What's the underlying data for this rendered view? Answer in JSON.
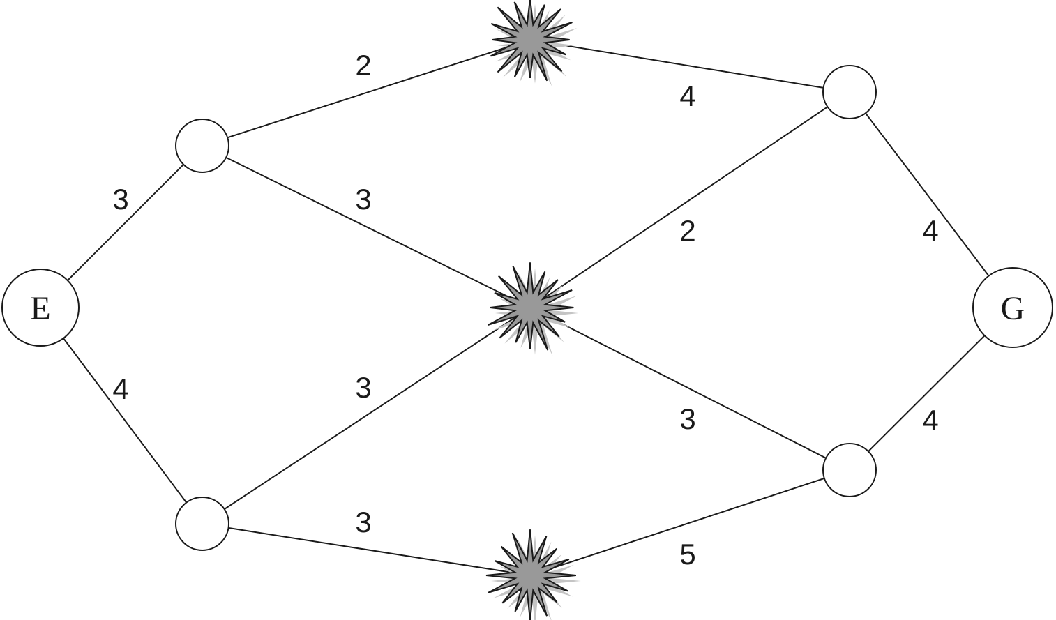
{
  "diagram": {
    "type": "weighted-graph",
    "nodes": [
      {
        "id": "E",
        "label": "E",
        "kind": "circle"
      },
      {
        "id": "A",
        "label": "",
        "kind": "circle"
      },
      {
        "id": "B",
        "label": "",
        "kind": "circle"
      },
      {
        "id": "S1",
        "label": "",
        "kind": "burst"
      },
      {
        "id": "S2",
        "label": "",
        "kind": "burst"
      },
      {
        "id": "S3",
        "label": "",
        "kind": "burst"
      },
      {
        "id": "C",
        "label": "",
        "kind": "circle"
      },
      {
        "id": "D",
        "label": "",
        "kind": "circle"
      },
      {
        "id": "G",
        "label": "G",
        "kind": "circle"
      }
    ],
    "edges": [
      {
        "from": "E",
        "to": "A",
        "weight": "3"
      },
      {
        "from": "E",
        "to": "B",
        "weight": "4"
      },
      {
        "from": "A",
        "to": "S1",
        "weight": "2"
      },
      {
        "from": "A",
        "to": "S2",
        "weight": "3"
      },
      {
        "from": "B",
        "to": "S2",
        "weight": "3"
      },
      {
        "from": "B",
        "to": "S3",
        "weight": "3"
      },
      {
        "from": "S1",
        "to": "C",
        "weight": "4"
      },
      {
        "from": "S2",
        "to": "C",
        "weight": "2"
      },
      {
        "from": "S2",
        "to": "D",
        "weight": "3"
      },
      {
        "from": "S3",
        "to": "D",
        "weight": "5"
      },
      {
        "from": "C",
        "to": "G",
        "weight": "4"
      },
      {
        "from": "D",
        "to": "G",
        "weight": "4"
      }
    ],
    "colors": {
      "line": "#1a1a1a",
      "burst_fill": "#999999",
      "burst_shadow": "#c4c4c4",
      "node_fill": "#ffffff"
    }
  }
}
